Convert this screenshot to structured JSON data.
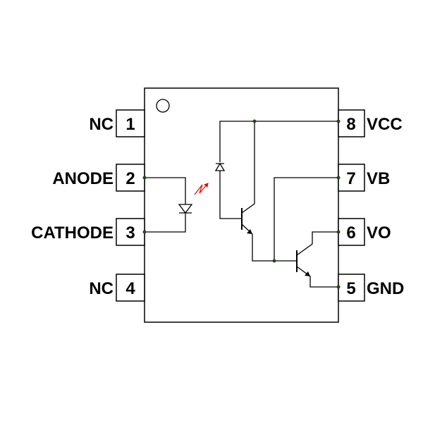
{
  "pins": [
    {
      "number": "1",
      "name": "NC"
    },
    {
      "number": "2",
      "name": "ANODE"
    },
    {
      "number": "3",
      "name": "CATHODE"
    },
    {
      "number": "4",
      "name": "NC"
    },
    {
      "number": "5",
      "name": "GND"
    },
    {
      "number": "6",
      "name": "VO"
    },
    {
      "number": "7",
      "name": "VB"
    },
    {
      "number": "8",
      "name": "VCC"
    }
  ],
  "colors": {
    "lines": "#000000",
    "light_emission": "#e01010",
    "junction_dots": "#1a4d1a"
  }
}
